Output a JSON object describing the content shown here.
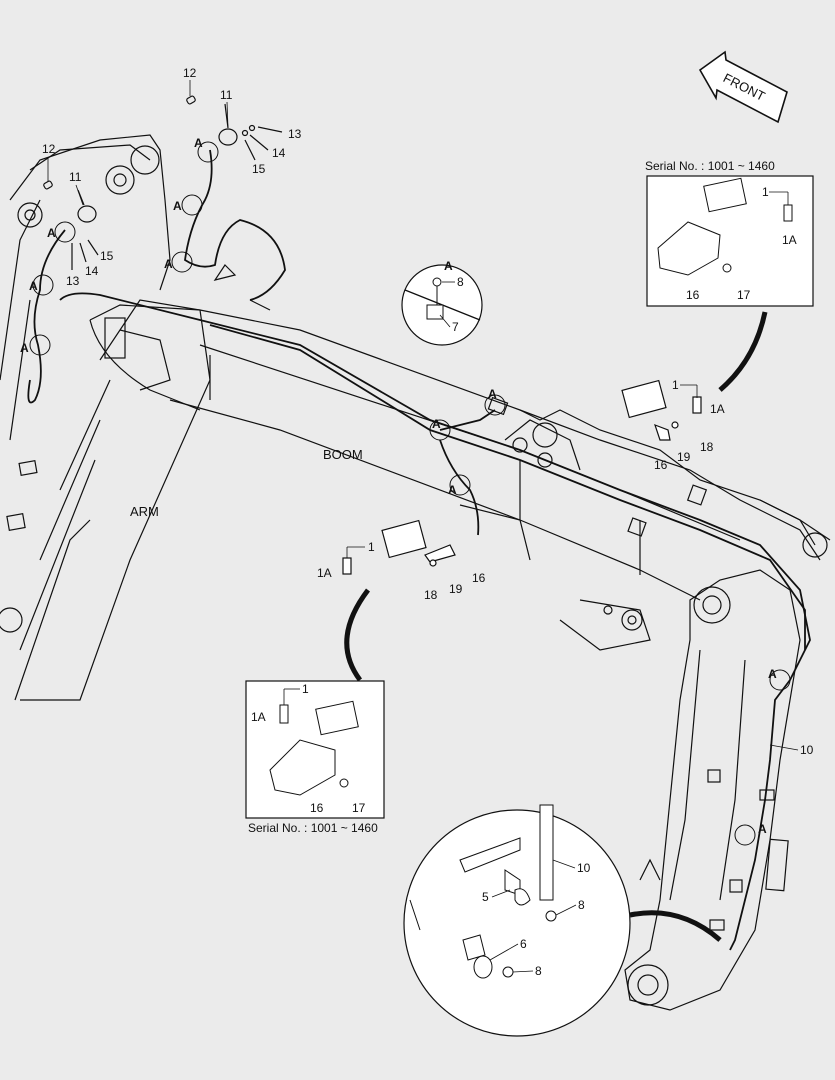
{
  "figure": {
    "arrow_text": "FRONT",
    "region_labels": {
      "boom": "BOOM",
      "arm": "ARM"
    },
    "serial_note_top": "Serial No. : 1001 ~ 1460",
    "serial_note_bottom": "Serial No. : 1001 ~ 1460",
    "detail_marker": "A"
  },
  "callouts": {
    "c1": "1",
    "c1A": "1A",
    "c5": "5",
    "c6": "6",
    "c7": "7",
    "c8": "8",
    "c10": "10",
    "c11": "11",
    "c12": "12",
    "c13": "13",
    "c14": "14",
    "c15": "15",
    "c16": "16",
    "c17": "17",
    "c18": "18",
    "c19": "19"
  },
  "colors": {
    "background": "#ebebeb",
    "line": "#111111",
    "panel": "#ffffff"
  }
}
